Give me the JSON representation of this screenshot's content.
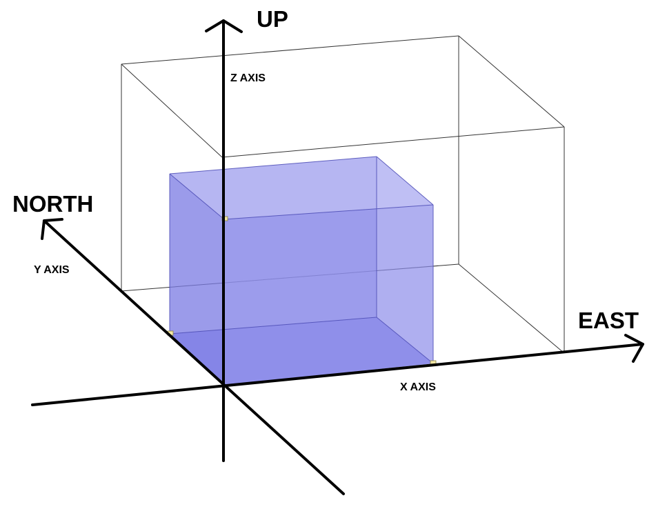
{
  "labels": {
    "up": "UP",
    "north": "NORTH",
    "east": "EAST",
    "z_axis": "Z AXIS",
    "y_axis": "Y AXIS",
    "x_axis": "X AXIS"
  },
  "colors": {
    "background": "#ffffff",
    "axis": "#000000",
    "outer_box_edge": "#333333",
    "inner_box_fill": "#7d7de8",
    "inner_box_edge": "#5050b8",
    "corner_marker": "#f3e9a6"
  }
}
